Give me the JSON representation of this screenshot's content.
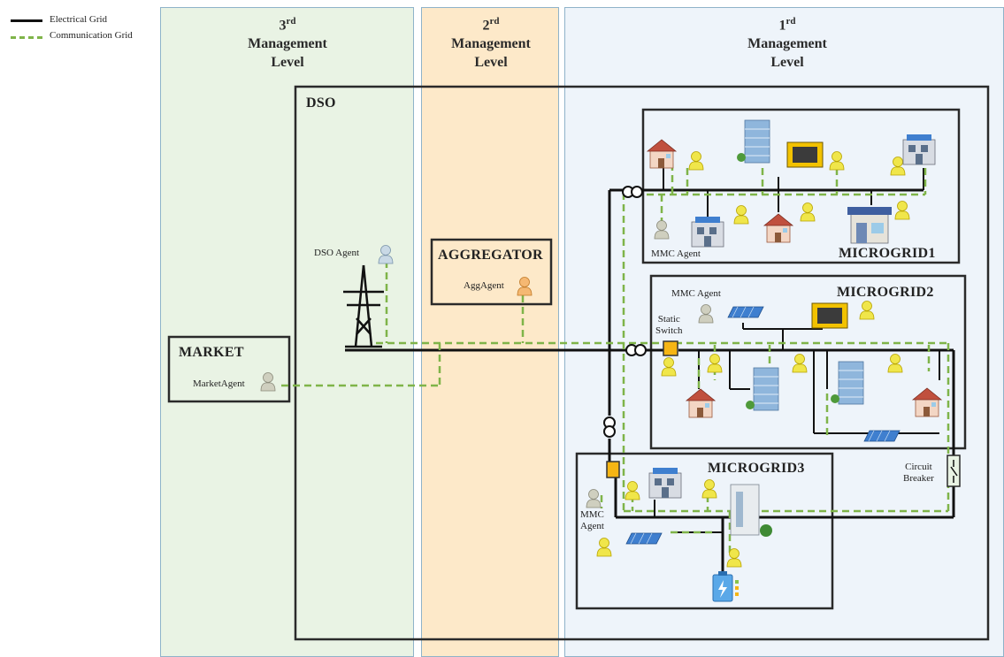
{
  "legend": {
    "electrical": "Electrical Grid",
    "communication": "Communication Grid"
  },
  "levels": [
    {
      "num": "3",
      "sup": "rd",
      "line1": "Management",
      "line2": "Level"
    },
    {
      "num": "2",
      "sup": "rd",
      "line1": "Management",
      "line2": "Level"
    },
    {
      "num": "1",
      "sup": "rd",
      "line1": "Management",
      "line2": "Level"
    }
  ],
  "dso": {
    "title": "DSO",
    "agent": "DSO Agent"
  },
  "aggregator": {
    "title": "AGGREGATOR",
    "agent": "AggAgent"
  },
  "market": {
    "title": "MARKET",
    "agent": "MarketAgent"
  },
  "microgrids": [
    {
      "title": "MICROGRID1",
      "agent": "MMC Agent"
    },
    {
      "title": "MICROGRID2",
      "agent": "MMC Agent"
    },
    {
      "title": "MICROGRID3",
      "agent_line1": "MMC",
      "agent_line2": "Agent"
    }
  ],
  "labels": {
    "static_switch_1": "Static",
    "static_switch_2": "Switch",
    "circuit_breaker_1": "Circuit",
    "circuit_breaker_2": "Breaker"
  },
  "colors": {
    "level3_bg": "#e9f3e4",
    "level2_bg": "#fde9c9",
    "level1_bg": "#eef4fa",
    "electrical": "#111111",
    "communication": "#7fb449",
    "switch": "#f6b514"
  }
}
